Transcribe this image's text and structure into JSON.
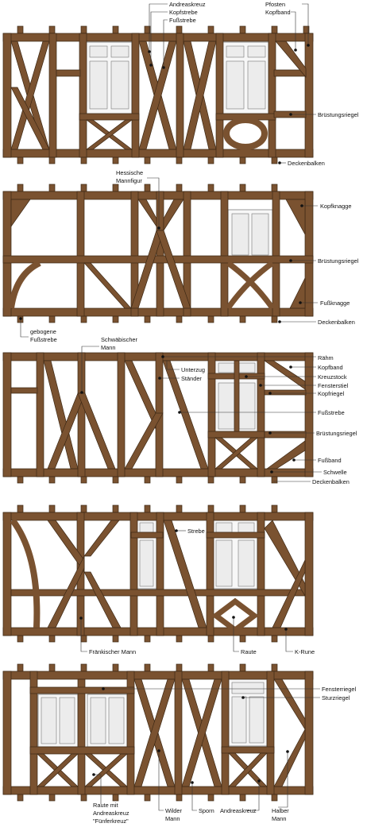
{
  "colors": {
    "timber": "#7a5230",
    "timber_edge": "#3d2814",
    "infill": "#ffffff",
    "glass": "#ececec",
    "label": "#111111"
  },
  "panels": [
    {
      "id": "p1",
      "labels": {
        "andreaskreuz": "Andreaskreuz",
        "kopfstrebe": "Kopfstrebe",
        "fussstrebe": "Fußstrebe",
        "pfosten": "Pfosten",
        "kopfband": "Kopfband",
        "bruestungsriegel": "Brüstungsriegel",
        "deckenbalken": "Deckenbalken"
      }
    },
    {
      "id": "p2",
      "labels": {
        "hessische_1": "Hessische",
        "hessische_2": "Mannfigur",
        "kopfknagge": "Kopfknagge",
        "bruestungsriegel": "Brüstungsriegel",
        "fussknagge": "Fußknagge",
        "deckenbalken": "Deckenbalken",
        "gebogene_1": "gebogene",
        "gebogene_2": "Fußstrebe"
      }
    },
    {
      "id": "p3",
      "labels": {
        "schwaebischer_1": "Schwäbischer",
        "schwaebischer_2": "Mann",
        "raehm": "Rähm",
        "unterzug": "Unterzug",
        "staender": "Ständer",
        "kopfband": "Kopfband",
        "kreuzstock": "Kreuzstock",
        "fensterstiel": "Fensterstiel",
        "kopfriegel": "Kopfriegel",
        "fussstrebe": "Fußstrebe",
        "bruestungsriegel": "Brüstungsriegel",
        "fussband": "Fußband",
        "schwelle": "Schwelle",
        "deckenbalken": "Deckenbalken"
      }
    },
    {
      "id": "p4",
      "labels": {
        "strebe": "Strebe",
        "fraenkischer": "Fränkischer Mann",
        "raute": "Raute",
        "krune": "K-Rune"
      }
    },
    {
      "id": "p5",
      "labels": {
        "fensterriegel": "Fensterriegel",
        "sturzriegel": "Sturzriegel",
        "raute_1": "Raute mit",
        "raute_2": "Andreaskreuz",
        "raute_3": "\"Fünferkreuz\"",
        "wilder_1": "Wilder",
        "wilder_2": "Mann",
        "sporn": "Sporn",
        "andreaskreuz": "Andreaskreuz",
        "halber_1": "Halber",
        "halber_2": "Mann"
      }
    }
  ]
}
